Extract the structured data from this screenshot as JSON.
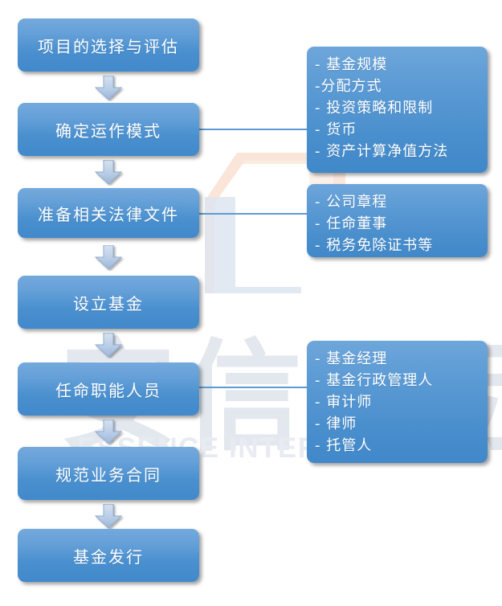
{
  "diagram": {
    "type": "flowchart",
    "title": "",
    "colors": {
      "node_fill_top": "#74a9dc",
      "node_fill_bottom": "#4189cb",
      "detail_fill_top": "#6ea6da",
      "detail_fill_bottom": "#4088ca",
      "connector": "#5b9bd5",
      "arrow_fill_top": "#cfdcee",
      "arrow_fill_bottom": "#9fb9da",
      "arrow_stroke": "#8ca9cd",
      "text": "#ffffff",
      "watermark_gray": "#e3e8ef",
      "watermark_peach": "#fae6d8",
      "watermark_blue": "#dde5f0"
    },
    "steps": [
      {
        "id": "step-1",
        "label": "项目的选择与评估"
      },
      {
        "id": "step-2",
        "label": "确定运作模式"
      },
      {
        "id": "step-3",
        "label": "准备相关法律文件"
      },
      {
        "id": "step-4",
        "label": "设立基金"
      },
      {
        "id": "step-5",
        "label": "任命职能人员"
      },
      {
        "id": "step-6",
        "label": "规范业务合同"
      },
      {
        "id": "step-7",
        "label": "基金发行"
      }
    ],
    "details": [
      {
        "id": "detail-1",
        "linked_to": "step-2",
        "items": [
          "- 基金规模",
          "-分配方式",
          "- 投资策略和限制",
          "- 货币",
          "- 资产计算净值方法"
        ]
      },
      {
        "id": "detail-2",
        "linked_to": "step-3",
        "items": [
          "- 公司章程",
          "- 任命董事",
          "- 税务免除证书等"
        ]
      },
      {
        "id": "detail-3",
        "linked_to": "step-5",
        "items": [
          "- 基金经理",
          "- 基金行政管理人",
          "- 审计师",
          "- 律师",
          "- 托管人"
        ]
      }
    ],
    "connectors": [
      {
        "id": "connector-1",
        "from": "step-2",
        "to": "detail-1"
      },
      {
        "id": "connector-2",
        "from": "step-3",
        "to": "detail-2"
      },
      {
        "id": "connector-3",
        "from": "step-5",
        "to": "detail-3"
      }
    ],
    "arrows": [
      {
        "id": "arrow-1-2",
        "from": "step-1",
        "to": "step-2"
      },
      {
        "id": "arrow-2-3",
        "from": "step-2",
        "to": "step-3"
      },
      {
        "id": "arrow-3-4",
        "from": "step-3",
        "to": "step-4"
      },
      {
        "id": "arrow-4-5",
        "from": "step-4",
        "to": "step-5"
      },
      {
        "id": "arrow-5-6",
        "from": "step-5",
        "to": "step-6"
      },
      {
        "id": "arrow-6-7",
        "from": "step-6",
        "to": "step-7"
      }
    ]
  },
  "watermark": {
    "chinese": "安信国际",
    "english": "ESSENCE INTERNATIONAL"
  }
}
